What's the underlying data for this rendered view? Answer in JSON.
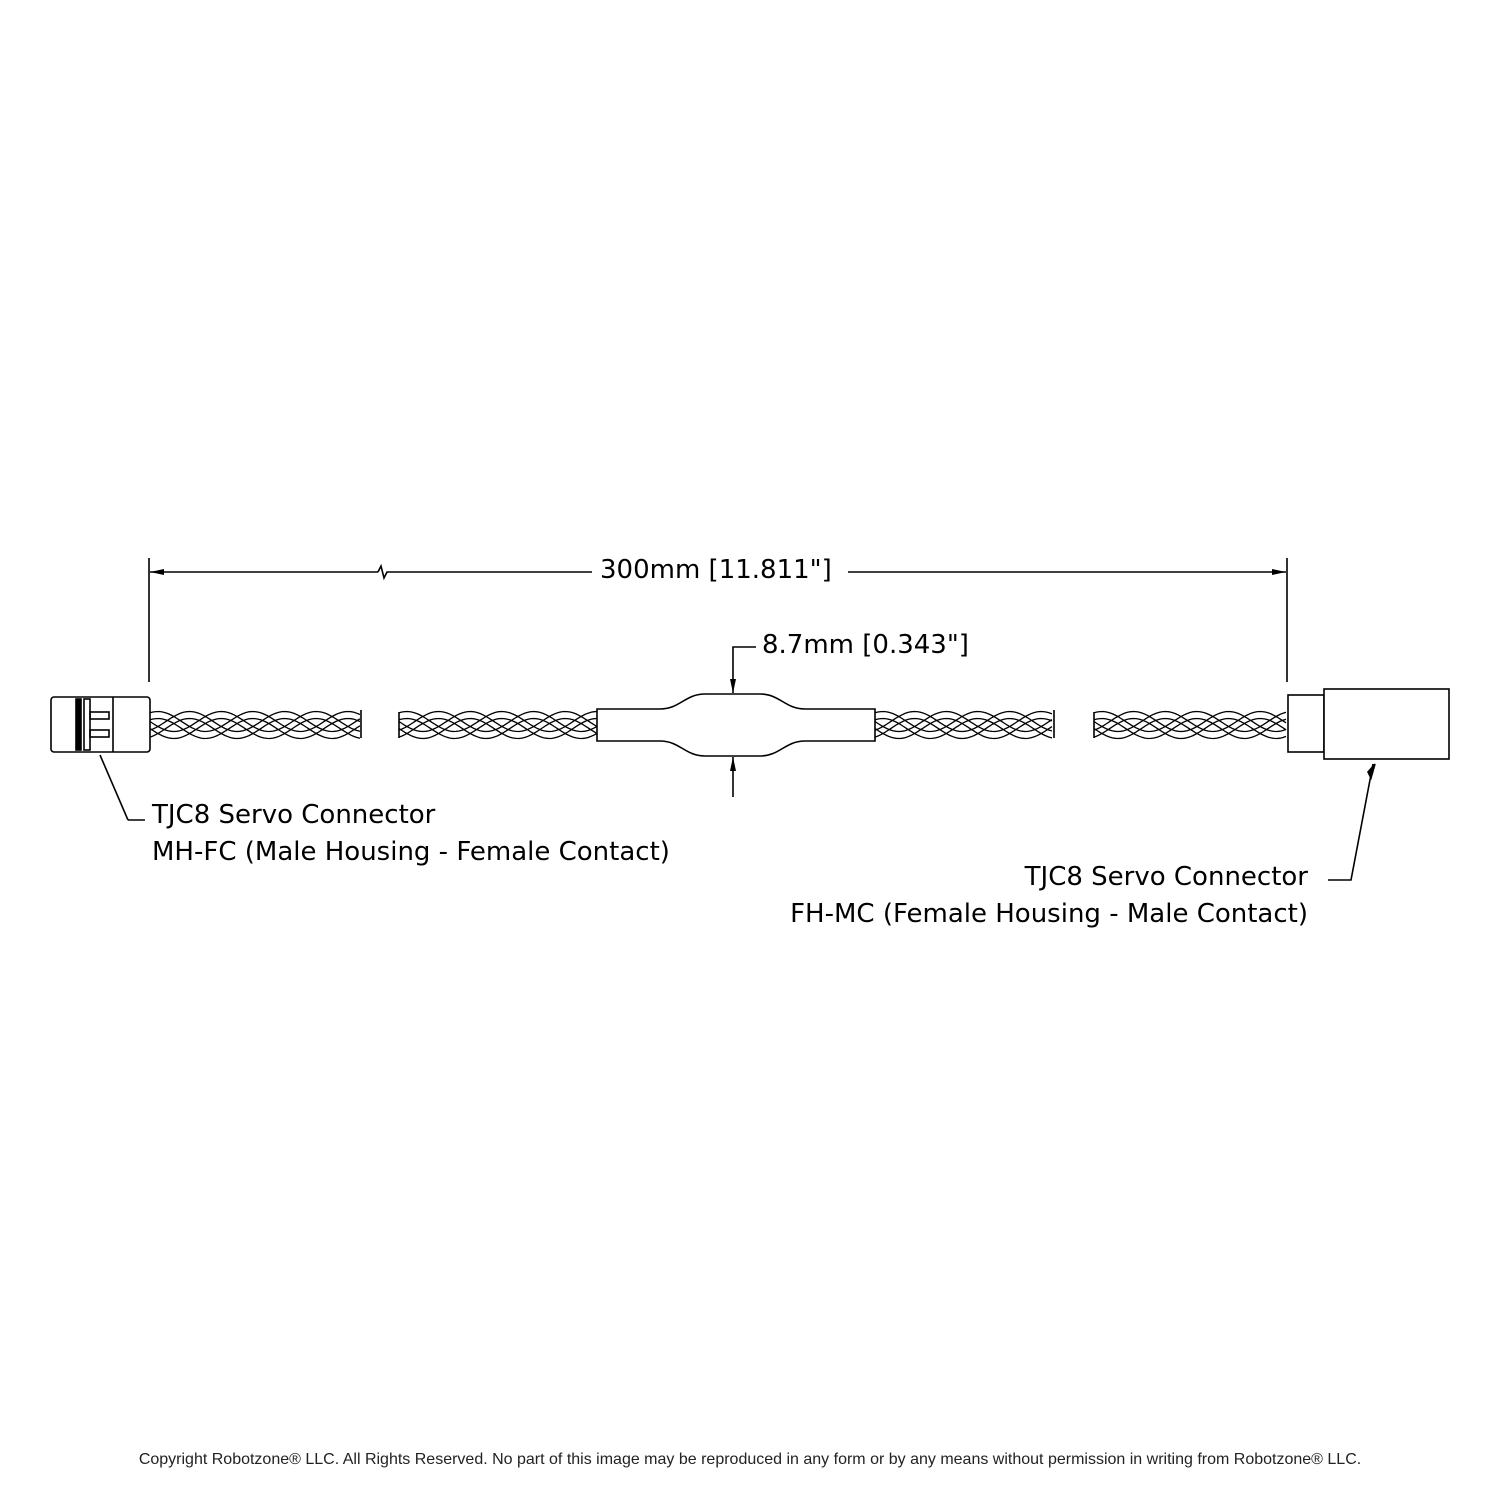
{
  "dimensions": {
    "length": "300mm [11.811\"]",
    "diameter": "8.7mm [0.343\"]"
  },
  "left_connector": {
    "line1": "TJC8 Servo Connector",
    "line2": "MH-FC (Male Housing - Female Contact)"
  },
  "right_connector": {
    "line1": "TJC8 Servo Connector",
    "line2": "FH-MC (Female Housing - Male Contact)"
  },
  "copyright": "Copyright Robotzone® LLC.  All Rights Reserved. No part of this image may be reproduced in any form or by any means without permission in writing from Robotzone® LLC."
}
